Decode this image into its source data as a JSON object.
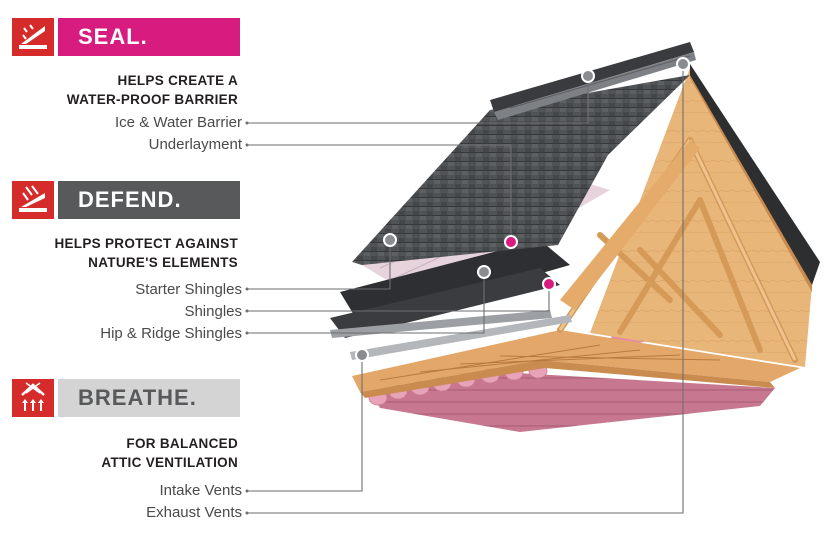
{
  "sections": [
    {
      "title": "SEAL.",
      "heading_lines": [
        "HELPS CREATE A",
        "WATER-PROOF BARRIER"
      ],
      "color": "#d81b7f",
      "icon": "seal-icon"
    },
    {
      "title": "DEFEND.",
      "heading_lines": [
        "HELPS PROTECT AGAINST",
        "NATURE'S ELEMENTS"
      ],
      "color": "#58595b",
      "icon": "defend-icon"
    },
    {
      "title": "BREATHE.",
      "heading_lines": [
        "FOR BALANCED",
        "ATTIC VENTILATION"
      ],
      "color": "#d4d4d5",
      "icon": "breathe-icon"
    }
  ],
  "labels": {
    "ice_water_barrier": "Ice & Water Barrier",
    "underlayment": "Underlayment",
    "starter_shingles": "Starter Shingles",
    "shingles": "Shingles",
    "hip_ridge_shingles": "Hip & Ridge Shingles",
    "intake_vents": "Intake Vents",
    "exhaust_vents": "Exhaust Vents"
  },
  "colors": {
    "icon_red": "#d52b2b",
    "accent_pink": "#d81b7f",
    "callout_line": "#6d6e70",
    "shingle": "#4a4d50",
    "wood": "#e7b37a",
    "insulation": "#c97a93"
  }
}
